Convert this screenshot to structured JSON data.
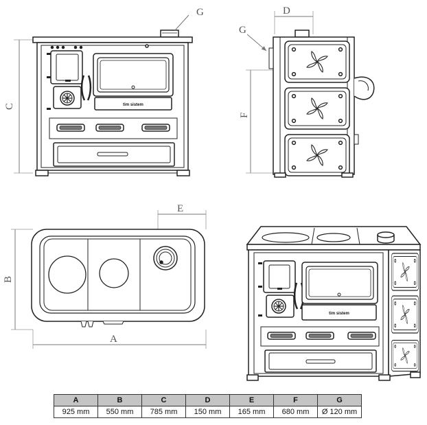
{
  "dimension_labels": {
    "a": "A",
    "b": "B",
    "c": "C",
    "d": "D",
    "e": "E",
    "f": "F",
    "g": "G"
  },
  "brand_text": "tim sistem",
  "table": {
    "headers": [
      "A",
      "B",
      "C",
      "D",
      "E",
      "F",
      "G"
    ],
    "values": [
      "925 mm",
      "550 mm",
      "785 mm",
      "150 mm",
      "165 mm",
      "680 mm",
      "Ø 120 mm"
    ]
  },
  "colors": {
    "line": "#222222",
    "dimension": "#777777",
    "header_bg": "#c4c4c4"
  }
}
